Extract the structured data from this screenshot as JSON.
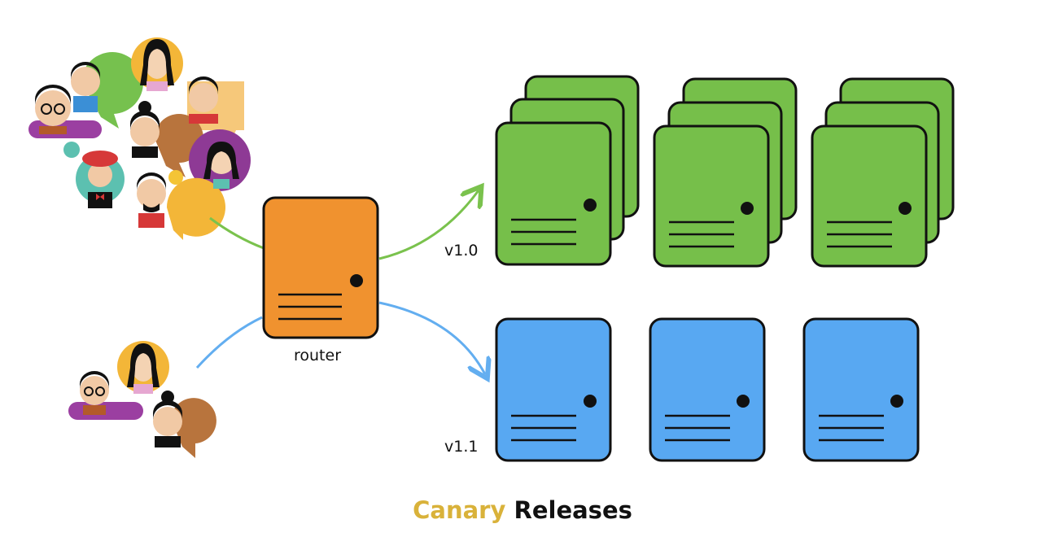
{
  "labels": {
    "router": "router",
    "version_stable": "v1.0",
    "version_canary": "v1.1"
  },
  "title": {
    "part1": "Canary",
    "part2": "Releases"
  },
  "colors": {
    "router": "#f0922f",
    "stable": "#76bf4a",
    "canary": "#58a8f2",
    "green_arrow": "#7ac24d",
    "blue_arrow": "#63aef0",
    "title_accent": "#d9b23a",
    "title_main": "#111111",
    "outline": "#111111"
  },
  "icons": {
    "users_large_group": "people-group-icon",
    "users_small_group": "people-group-icon",
    "router": "server-icon",
    "server": "server-icon"
  }
}
